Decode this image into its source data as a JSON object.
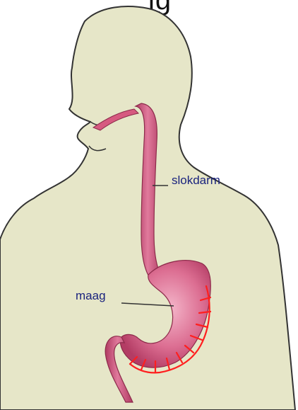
{
  "title_fragment": "ig",
  "labels": {
    "esophagus": "slokdarm",
    "stomach": "maag"
  },
  "colors": {
    "label_text": "#1a237e",
    "body_fill": "#e6e6c8",
    "body_outline": "#333333",
    "organ_fill": "#d65a80",
    "organ_highlight": "#f2a8c0",
    "vessels": "#ff1f1f",
    "pointer_line": "#333333"
  }
}
